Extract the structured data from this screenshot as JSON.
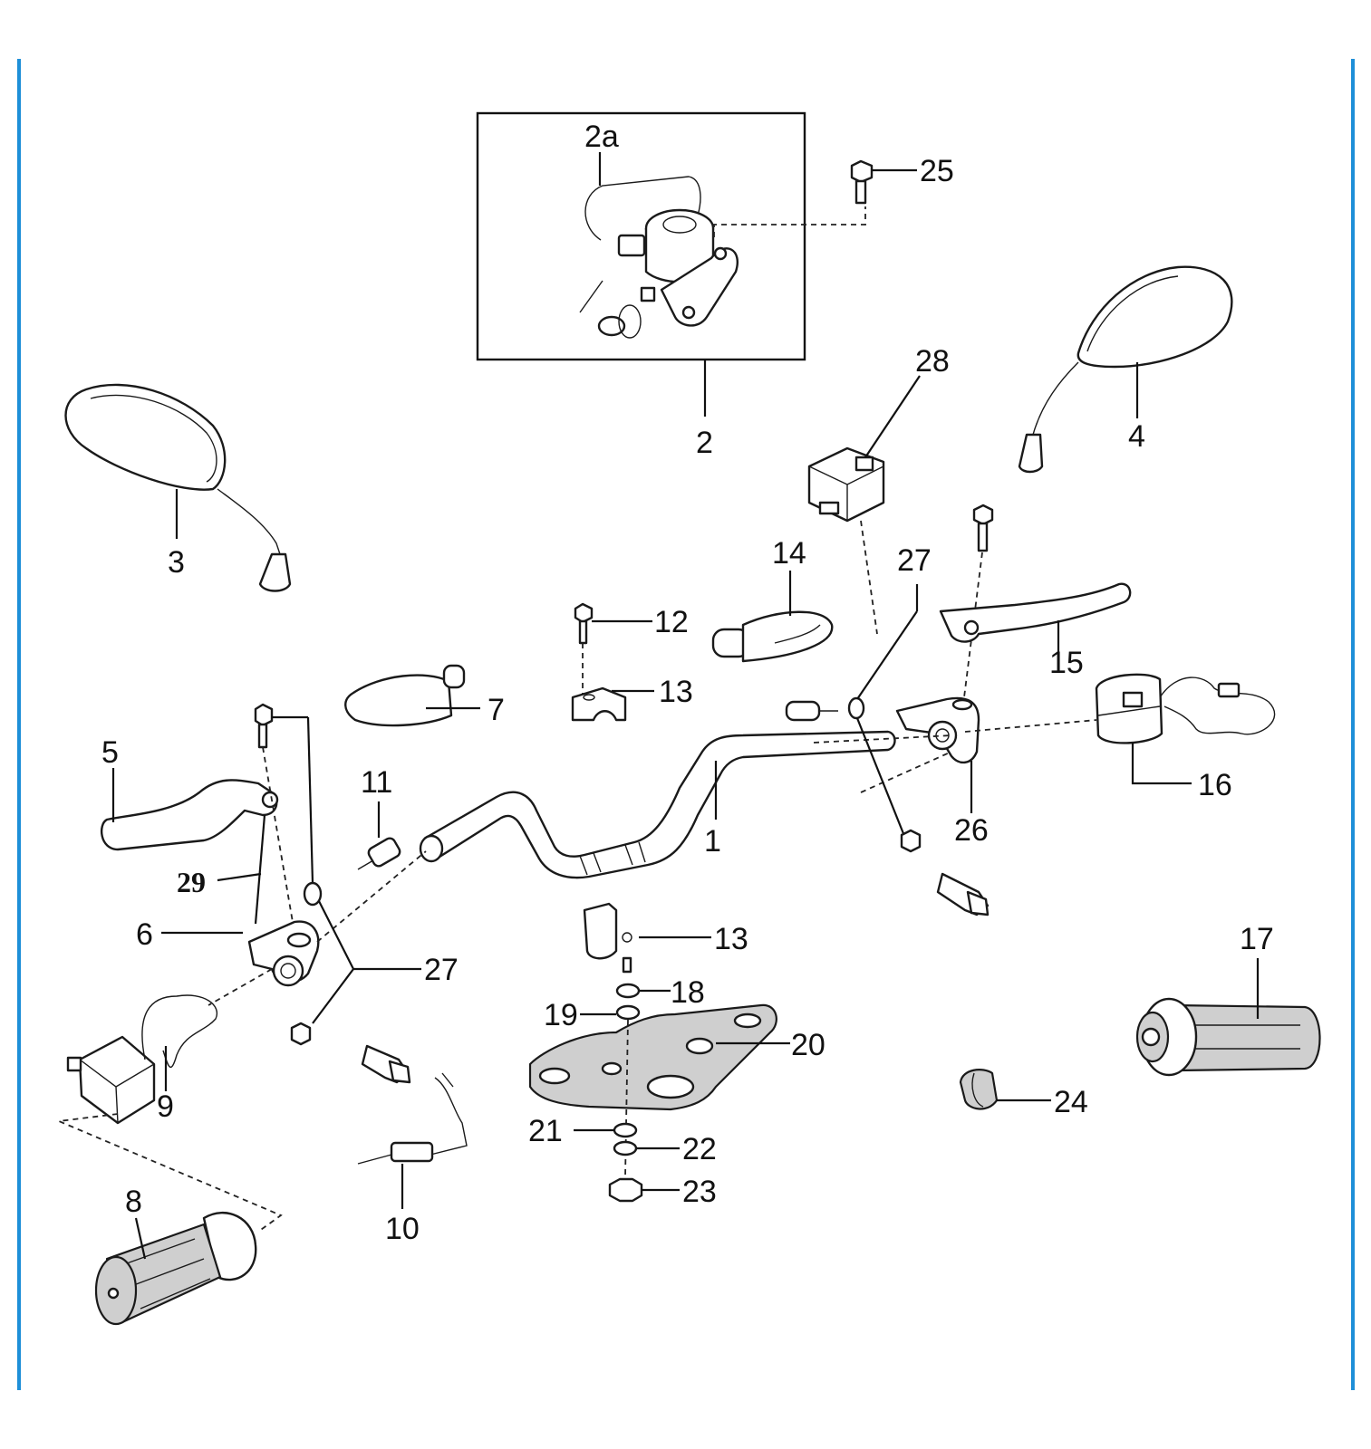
{
  "frame": {
    "border_color": "#1e8fd8"
  },
  "callouts": {
    "c1": "1",
    "c2": "2",
    "c2a": "2a",
    "c3": "3",
    "c4": "4",
    "c5": "5",
    "c6": "6",
    "c7": "7",
    "c8": "8",
    "c9": "9",
    "c10": "10",
    "c11": "11",
    "c12": "12",
    "c13a": "13",
    "c13b": "13",
    "c14": "14",
    "c15": "15",
    "c16": "16",
    "c17": "17",
    "c18": "18",
    "c19": "19",
    "c20": "20",
    "c21": "21",
    "c22": "22",
    "c23": "23",
    "c24": "24",
    "c25": "25",
    "c26": "26",
    "c27a": "27",
    "c27b": "27",
    "c28": "28",
    "c29": "29"
  }
}
